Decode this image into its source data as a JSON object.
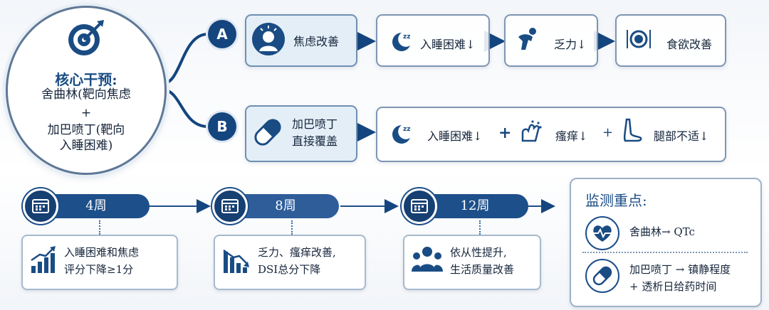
{
  "core": {
    "title": "核心干预:",
    "line1": "舍曲林(靶向焦虑",
    "plus": "+",
    "line2": "加巴喷丁(靶向",
    "line3": "入睡困难)"
  },
  "branch_a": {
    "label": "A",
    "steps": [
      "焦虑改善",
      "入睡困难↓",
      "乏力↓",
      "食欲改善"
    ]
  },
  "branch_b": {
    "label": "B",
    "cause": "加巴喷丁\n直接覆盖",
    "effects": [
      "入睡困难↓",
      "瘙痒↓",
      "腿部不适↓"
    ],
    "plus": "+"
  },
  "timeline": [
    {
      "week": "4周",
      "result": [
        "入睡困难和焦虑",
        "评分下降≥1分"
      ],
      "icon": "bar-chart-up-icon"
    },
    {
      "week": "8周",
      "result": [
        "乏力、瘙痒改善,",
        "DSI总分下降"
      ],
      "icon": "bar-chart-down-icon"
    },
    {
      "week": "12周",
      "result": [
        "依从性提升,",
        "生活质量改善"
      ],
      "icon": "people-icon"
    }
  ],
  "monitor": {
    "title": "监测重点:",
    "item1": "舍曲林→ QTc",
    "item2_line1": "加巴喷丁 → 镇静程度",
    "item2_line2": "+ 透析日给药时间"
  },
  "colors": {
    "primary": "#14457e",
    "accent": "#1d4f8a",
    "box_border": "#7d96b3",
    "highlight_fill": "#e3eef7"
  }
}
